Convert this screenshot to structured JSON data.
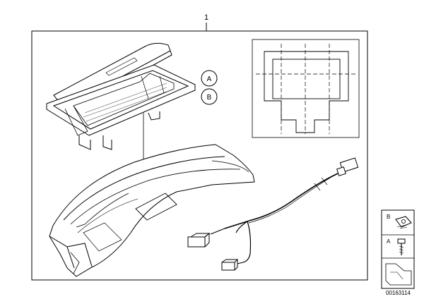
{
  "diagram": {
    "item_number": "1",
    "callouts": [
      "A",
      "B"
    ],
    "legend_letters": [
      "B",
      "A"
    ],
    "diagram_id": "00163114"
  }
}
